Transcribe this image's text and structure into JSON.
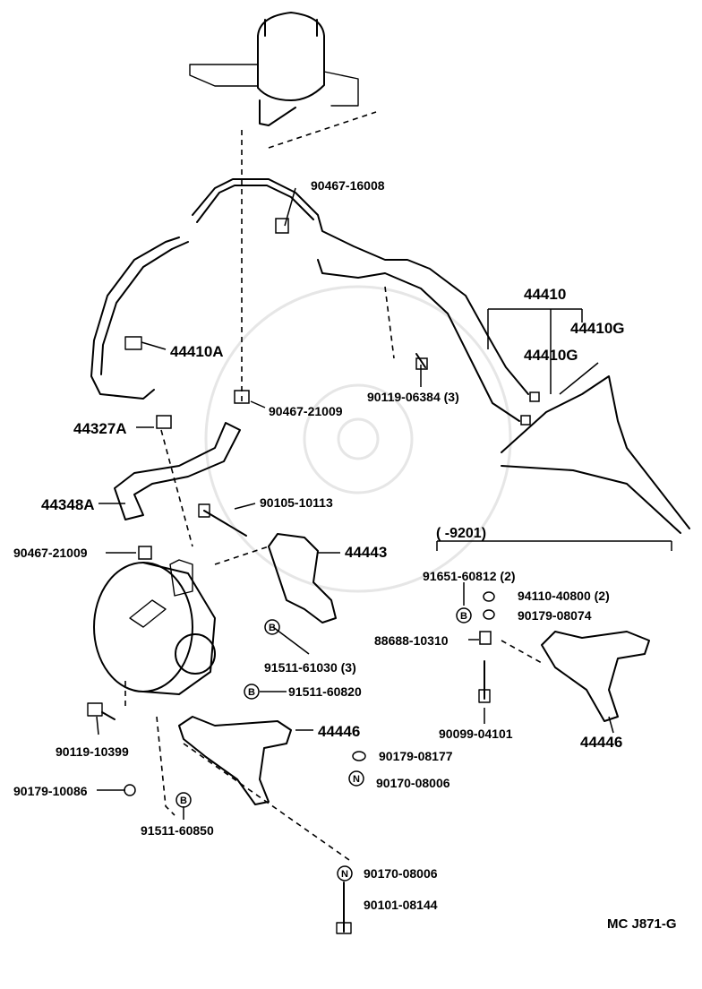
{
  "labels": {
    "p90467_16008": "90467-16008",
    "p44410": "44410",
    "p44410G_a": "44410G",
    "p44410G_b": "44410G",
    "p44410A": "44410A",
    "p90119_06384": "90119-06384 (3)",
    "p90467_21009_top": "90467-21009",
    "p44327A": "44327A",
    "p44348A": "44348A",
    "p90105_10113": "90105-10113",
    "p90467_21009_left": "90467-21009",
    "p44443": "44443",
    "p91511_61030": "91511-61030 (3)",
    "p91511_60820": "91511-60820",
    "p90119_10399": "90119-10399",
    "p44446_main": "44446",
    "p90179_08177": "90179-08177",
    "p90170_08006_a": "90170-08006",
    "p90179_10086": "90179-10086",
    "p91511_60850": "91511-60850",
    "p90170_08006_b": "90170-08006",
    "p90101_08144": "90101-08144",
    "range": "(      -9201)",
    "p91651_60812": "91651-60812 (2)",
    "p94110_40800": "94110-40800 (2)",
    "p90179_08074": "90179-08074",
    "p88688_10310": "88688-10310",
    "p90099_04101": "90099-04101",
    "p44446_alt": "44446",
    "diagram_code": "MC J871-G"
  },
  "callout_letters": {
    "b": "B",
    "n": "N"
  }
}
